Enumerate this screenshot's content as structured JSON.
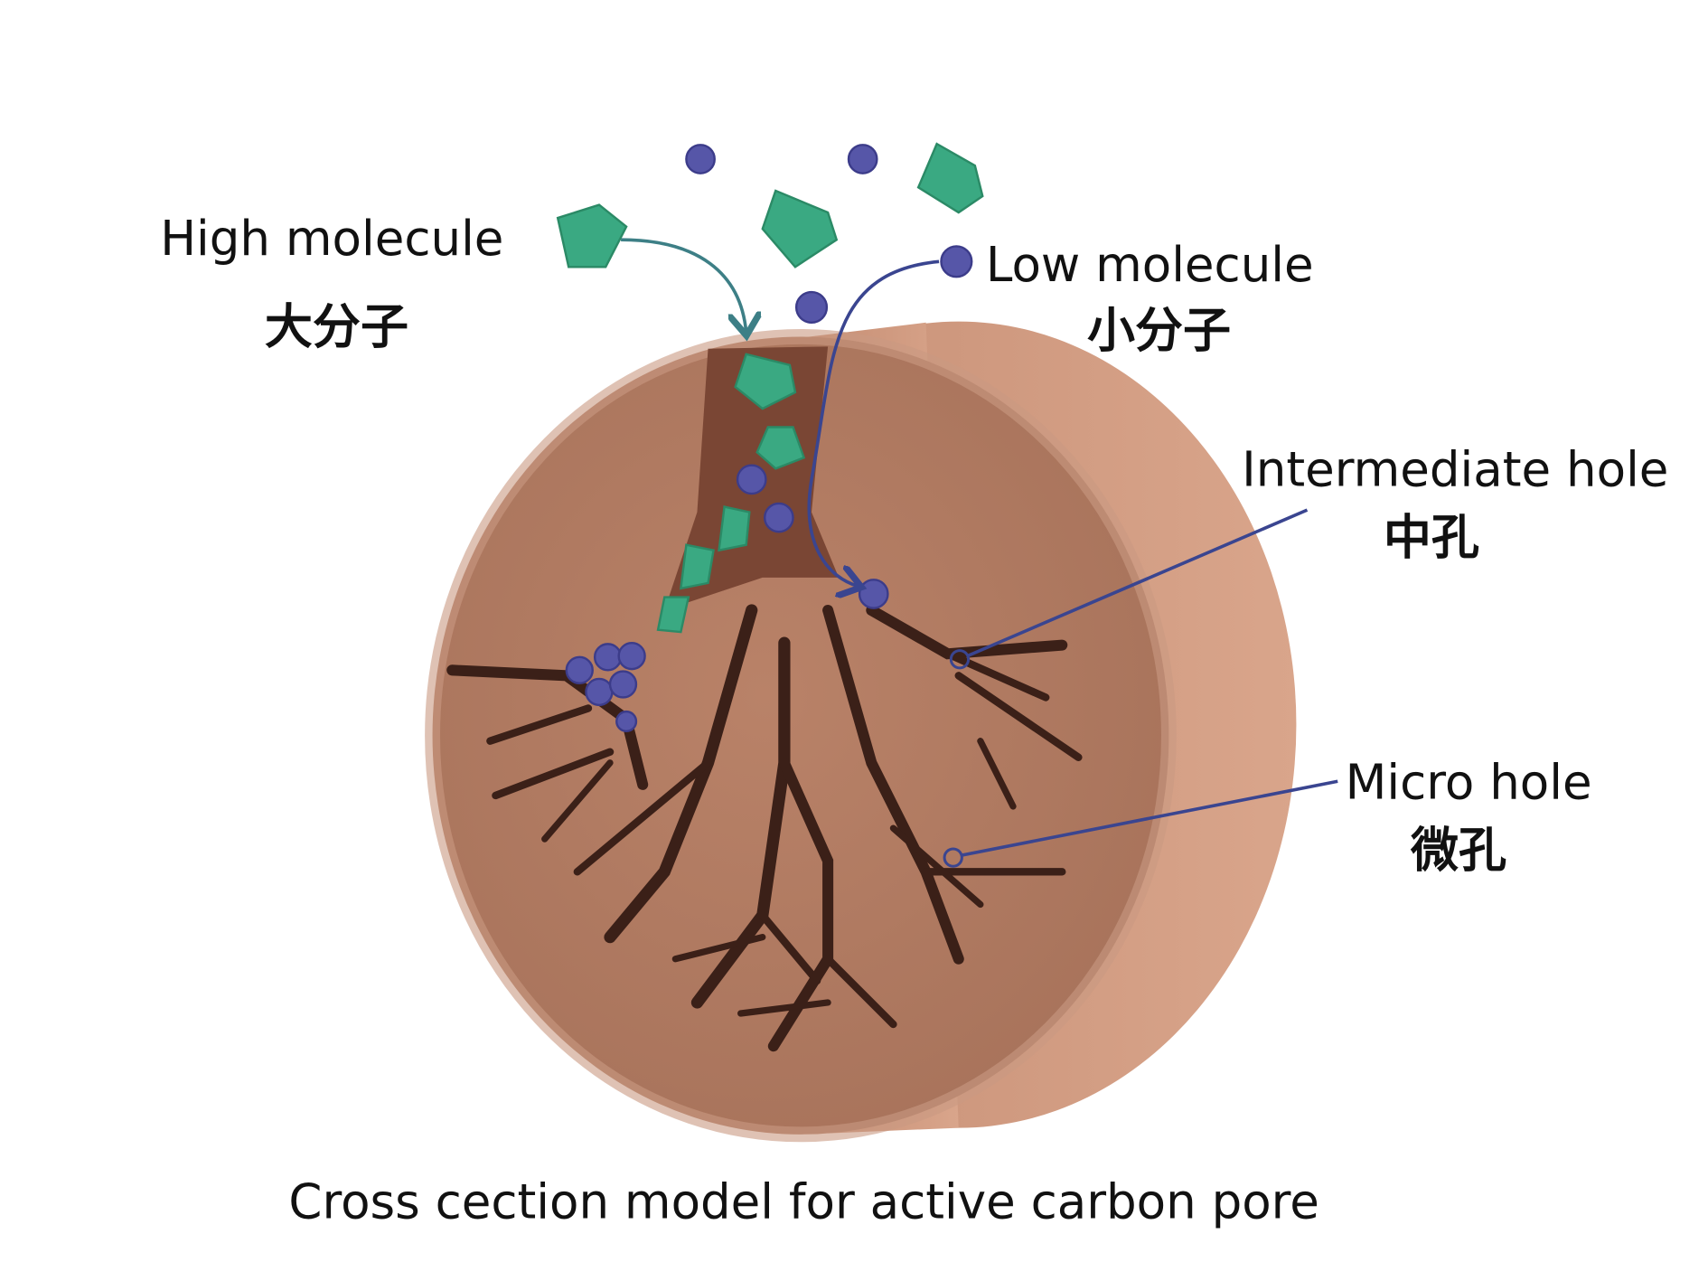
{
  "labels": {
    "high_molecule_en": "High molecule",
    "high_molecule_cn": "大分子",
    "low_molecule_en": "Low molecule",
    "low_molecule_cn": "小分子",
    "intermediate_hole_en": "Intermediate hole",
    "intermediate_hole_cn": "中孔",
    "micro_hole_en": "Micro hole",
    "micro_hole_cn": "微孔"
  },
  "caption": "Cross cection model for active carbon pore",
  "colors": {
    "carbon_face": "#b98268",
    "carbon_side": "#c9937a",
    "pore": "#3b2018",
    "high_molecule": "#3aa982",
    "low_molecule": "#5656a8",
    "leader_line": "#3a4590",
    "arrow_teal": "#3d7f86"
  }
}
